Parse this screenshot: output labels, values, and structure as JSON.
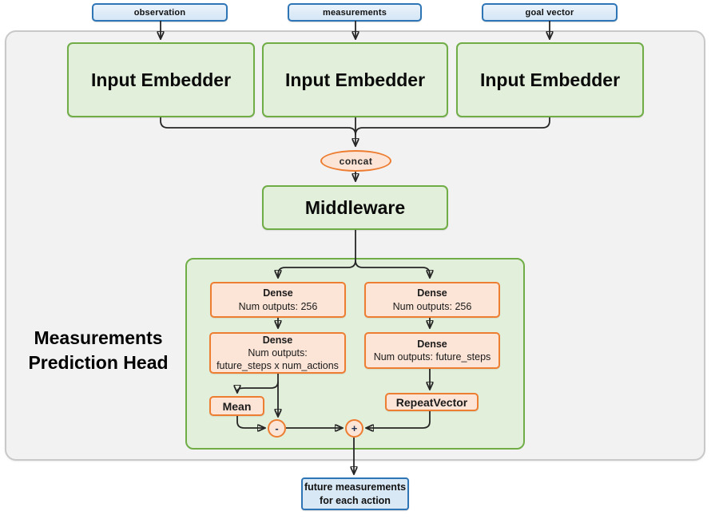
{
  "diagram": {
    "inputs": [
      {
        "label": "observation"
      },
      {
        "label": "measurements"
      },
      {
        "label": "goal vector"
      }
    ],
    "embedders": [
      {
        "label": "Input Embedder"
      },
      {
        "label": "Input Embedder"
      },
      {
        "label": "Input Embedder"
      }
    ],
    "concat_label": "concat",
    "middleware_label": "Middleware",
    "head_label": {
      "line1": "Measurements",
      "line2": "Prediction Head"
    },
    "dense_left_1": {
      "title": "Dense",
      "subtitle": "Num outputs: 256"
    },
    "dense_right_1": {
      "title": "Dense",
      "subtitle": "Num outputs: 256"
    },
    "dense_left_2": {
      "title": "Dense",
      "subtitle": "Num outputs:",
      "subtitle2": "future_steps x num_actions"
    },
    "dense_right_2": {
      "title": "Dense",
      "subtitle": "Num outputs: future_steps"
    },
    "mean_label": "Mean",
    "repeat_vector_label": "RepeatVector",
    "minus_label": "-",
    "plus_label": "+",
    "output": {
      "line1": "future measurements",
      "line2": "for each action"
    },
    "colors": {
      "green_border": "#70AD47",
      "green_fill": "#E2EFDA",
      "orange_border": "#ED7D31",
      "orange_fill": "#FCE4D6",
      "blue_border": "#2E75B6",
      "blue_fill": "#DEEBF7",
      "outer_container_fill": "#F2F2F2",
      "line": "#262626"
    }
  }
}
